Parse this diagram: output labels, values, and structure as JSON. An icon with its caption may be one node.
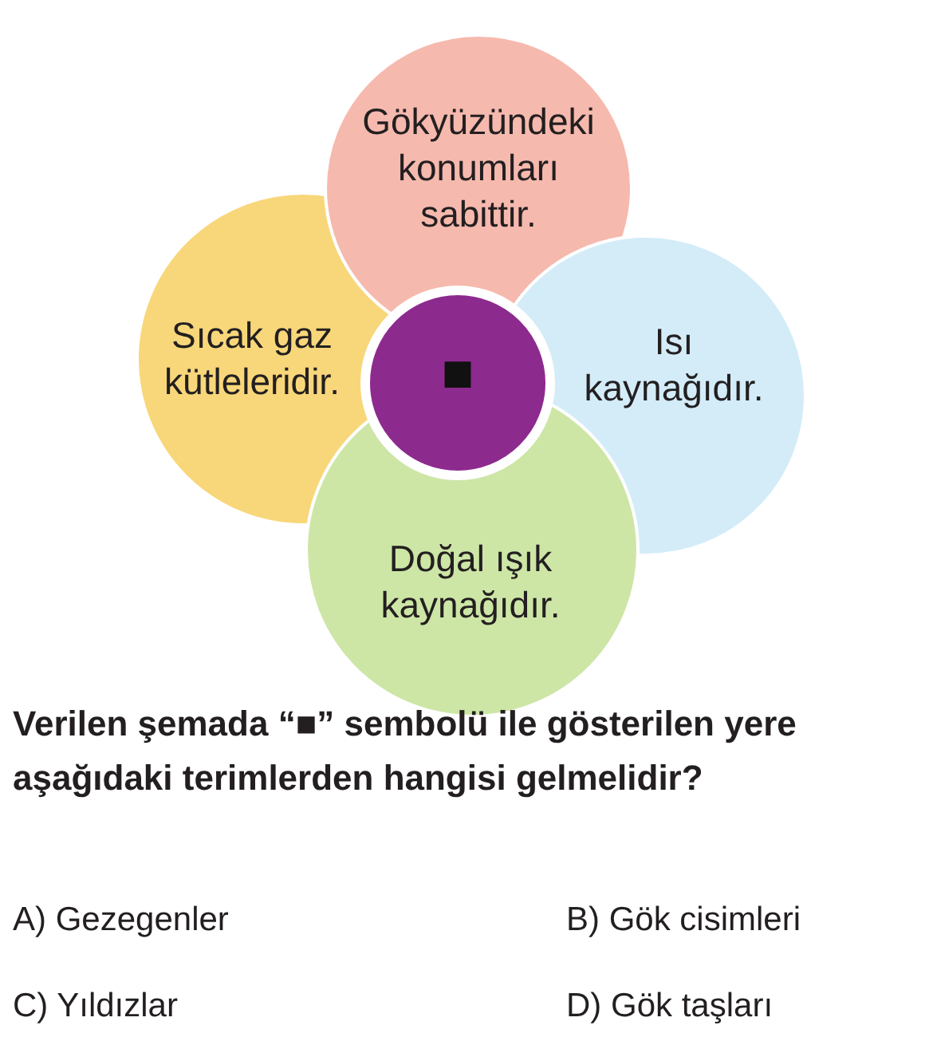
{
  "diagram": {
    "nodes": [
      {
        "text": [
          "Gökyüzündeki konumları sabittir."
        ]
      },
      {
        "text": [
          "Sıcak gaz kütleleridir."
        ]
      },
      {
        "text": [
          "Isı kaynağıdır."
        ]
      },
      {
        "text": [
          "Doğal ışık kaynağıdır."
        ]
      },
      {
        "text": [
          "■"
        ]
      }
    ],
    "edges": [],
    "labels": [
      "Verilen şemada “■” sembolü ile gösterilen yere aşağıdaki terimlerden hangisi gelmelidir?",
      "A) Gezegenler",
      "B) Gök cisimleri",
      "C) Yıldızlar",
      "D) Gök taşları"
    ]
  }
}
